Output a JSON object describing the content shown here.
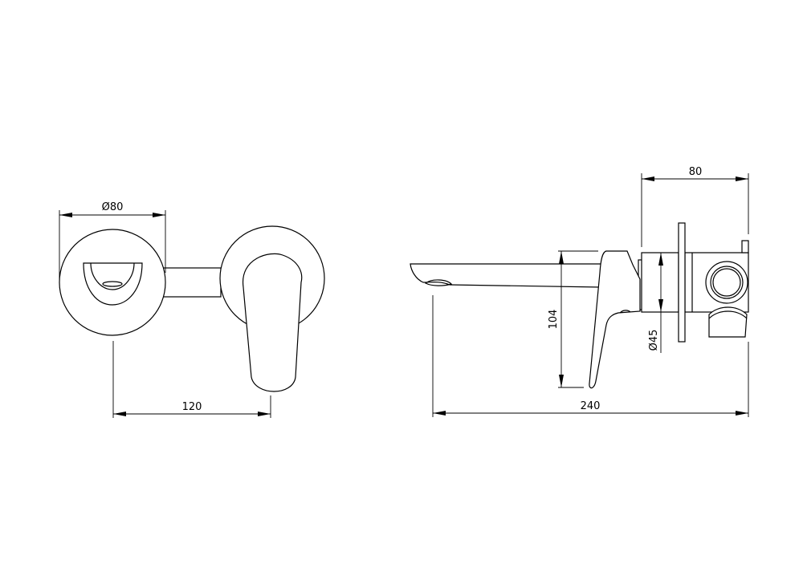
{
  "front_view": {
    "diameter_label": "Ø80",
    "spacing_label": "120"
  },
  "side_view": {
    "depth_label": "80",
    "height_label": "104",
    "body_diameter_label": "Ø45",
    "length_label": "240"
  },
  "colors": {
    "line": "#000000",
    "background": "#ffffff"
  }
}
